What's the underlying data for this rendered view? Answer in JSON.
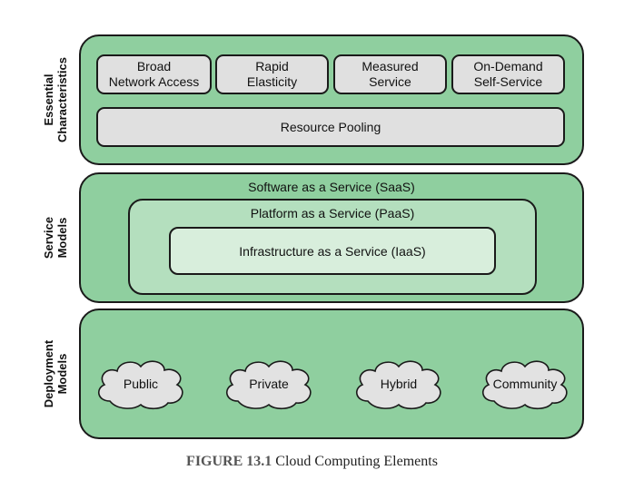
{
  "rows": {
    "essential": {
      "label": "Essential\nCharacteristics",
      "boxes": [
        "Broad\nNetwork Access",
        "Rapid\nElasticity",
        "Measured\nService",
        "On-Demand\nSelf-Service"
      ],
      "pooling": "Resource Pooling"
    },
    "service": {
      "label": "Service\nModels",
      "saas": "Software as a Service (SaaS)",
      "paas": "Platform as a Service (PaaS)",
      "iaas": "Infrastructure as a Service (IaaS)"
    },
    "deployment": {
      "label": "Deployment\nModels",
      "clouds": [
        "Public",
        "Private",
        "Hybrid",
        "Community"
      ]
    }
  },
  "caption": {
    "number": "FIGURE 13.1",
    "text": " Cloud Computing Elements"
  },
  "colors": {
    "band": "#8fcf9f",
    "box": "#e0e0e0",
    "paas": "#b4dfbe",
    "iaas": "#d8eedc",
    "cloud": "#e2e2e2"
  }
}
